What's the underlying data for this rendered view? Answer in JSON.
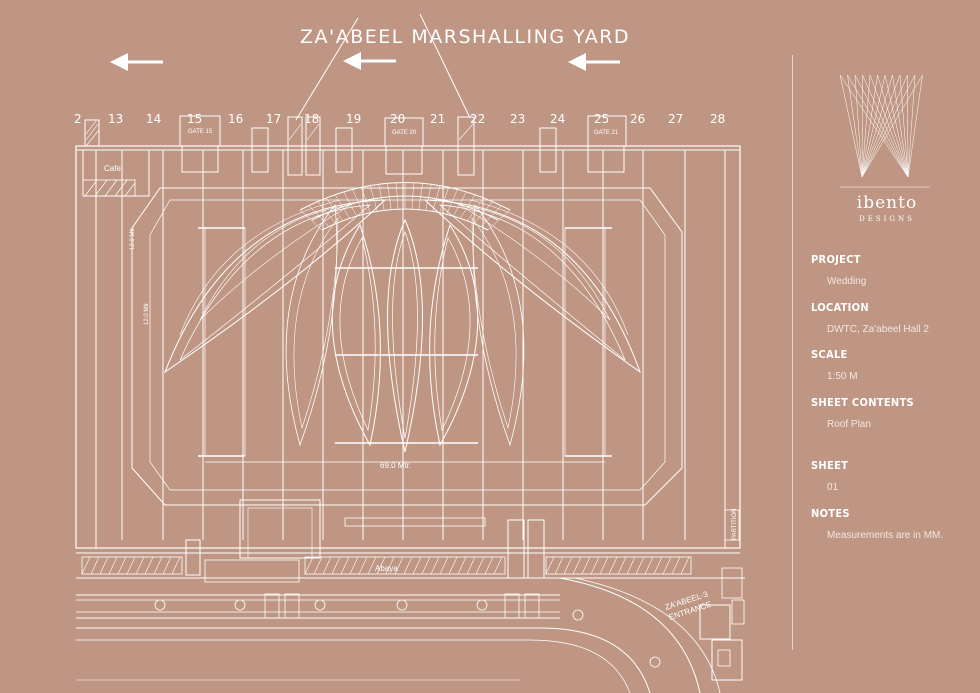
{
  "plan": {
    "title": "ZA'ABEEL MARSHALLING YARD",
    "gate_numbers": [
      "2",
      "13",
      "14",
      "15",
      "16",
      "17",
      "18",
      "19",
      "20",
      "21",
      "22",
      "23",
      "24",
      "25",
      "26",
      "27",
      "28"
    ],
    "gate_signs": [
      "GATE 15",
      "GATE 20",
      "GATE 21"
    ],
    "labels": {
      "cafe": "Cafe",
      "abaya": "Abaya",
      "entrance_line1": "ZA'ABEEL-3",
      "entrance_line2": "ENTRANCE",
      "partition": "PARTITION",
      "dim_width": "69.0 Mtr.",
      "dim_v1": "12.0 Mtr.",
      "dim_v2": "12.0 Mtr."
    }
  },
  "title_block": {
    "brand": "ibento",
    "brand_sub": "DESIGNS",
    "fields": [
      {
        "label": "PROJECT",
        "value": "Wedding"
      },
      {
        "label": "LOCATION",
        "value": "DWTC, Za'abeel Hall 2"
      },
      {
        "label": "SCALE",
        "value": "1:50 M"
      },
      {
        "label": "SHEET CONTENTS",
        "value": "Roof Plan"
      },
      {
        "label": "SHEET",
        "value": "01"
      },
      {
        "label": "NOTES",
        "value": "Measurements are in MM."
      }
    ]
  },
  "colors": {
    "background": "#bf9683",
    "line": "#ffffff"
  }
}
